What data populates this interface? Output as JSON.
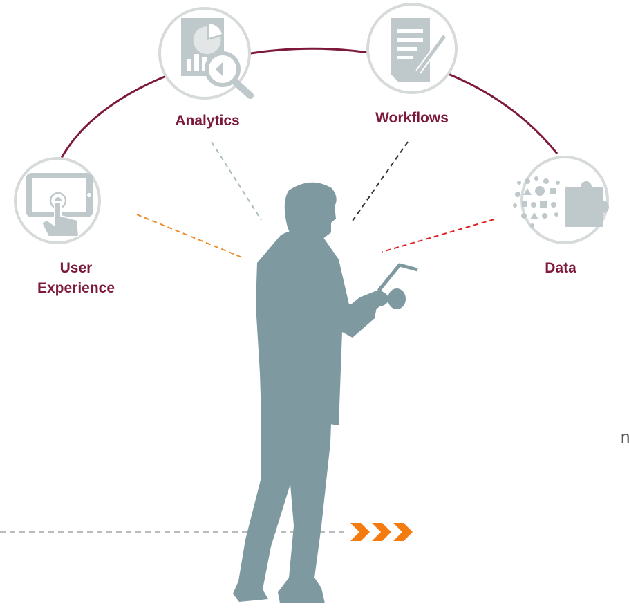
{
  "nodes": [
    {
      "id": "user-experience",
      "label_lines": [
        "User",
        "Experience"
      ],
      "icon": "tablet-touch-icon"
    },
    {
      "id": "analytics",
      "label_lines": [
        "Analytics"
      ],
      "icon": "report-magnifier-icon"
    },
    {
      "id": "workflows",
      "label_lines": [
        "Workflows"
      ],
      "icon": "document-pen-icon"
    },
    {
      "id": "data",
      "label_lines": [
        "Data"
      ],
      "icon": "data-puzzle-icon"
    }
  ],
  "cropped_text": "n",
  "colors": {
    "arc": "#7d1a3b",
    "label": "#7d1a3b",
    "circle_border": "#d6dadb",
    "icon": "#bfc8ca",
    "figure": "#7e9aa0",
    "line_user_experience": "#ef8a2a",
    "line_analytics": "#a9bcc0",
    "line_workflows": "#333333",
    "line_data": "#e02020",
    "ground_line": "#b8bcbf",
    "chevrons": "#f47b0f"
  }
}
